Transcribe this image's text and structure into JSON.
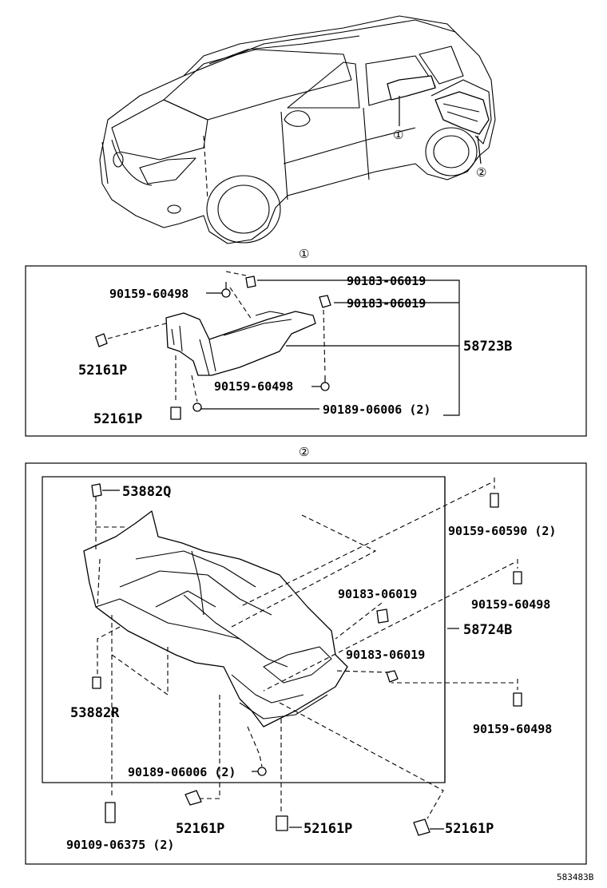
{
  "callouts": {
    "callout_1": "①",
    "callout_2": "②"
  },
  "section1": {
    "parts": {
      "p1": "90159-60498",
      "p2": "90183-06019",
      "p3": "90183-06019",
      "p4": "58723B",
      "p5": "52161P",
      "p6": "90159-60498",
      "p7": "52161P",
      "p8": "90189-06006 (2)"
    }
  },
  "section2": {
    "parts": {
      "p1": "53882Q",
      "p2": "90159-60590 (2)",
      "p3": "90183-06019",
      "p4": "90159-60498",
      "p5": "58724B",
      "p6": "90183-06019",
      "p7": "53882R",
      "p8": "90159-60498",
      "p9": "90189-06006 (2)",
      "p10": "52161P",
      "p11": "52161P",
      "p12": "52161P",
      "p13": "90109-06375 (2)"
    }
  },
  "footer": {
    "diagram_code": "583483B"
  }
}
